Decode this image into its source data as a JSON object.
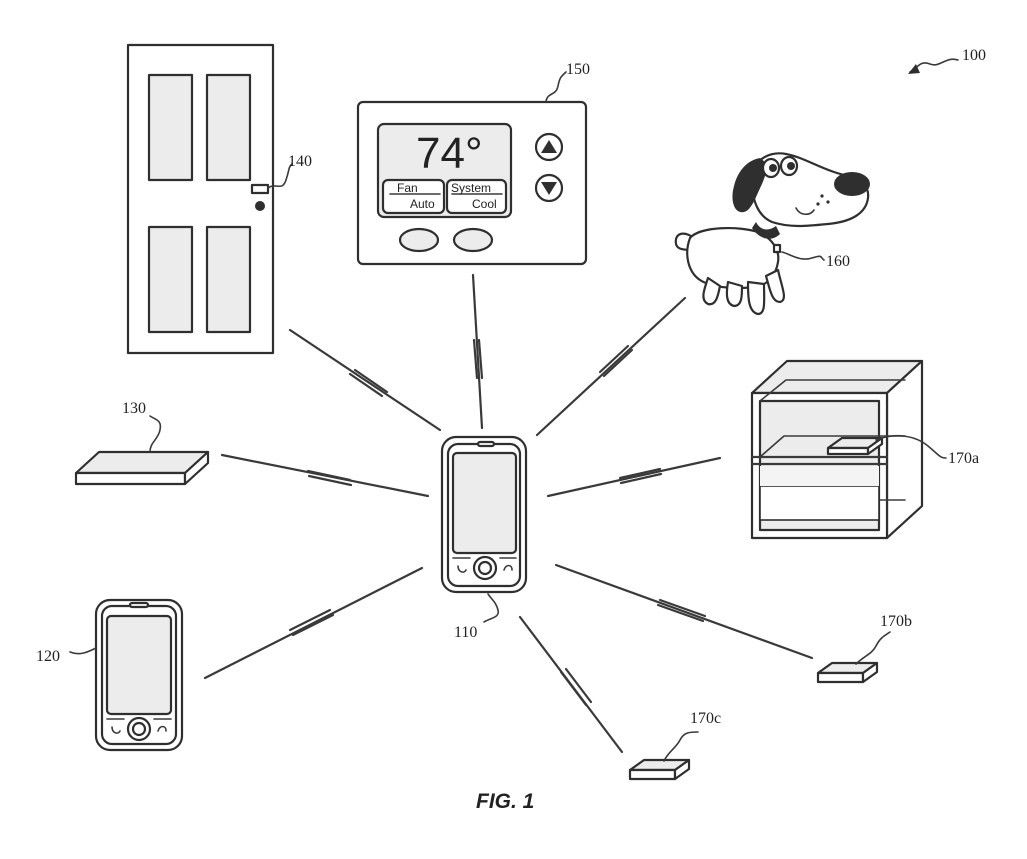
{
  "labels": {
    "system": "100",
    "central_device": "110",
    "second_device": "120",
    "tag_130": "130",
    "door": "140",
    "thermostat": "150",
    "dog": "160",
    "tag_a": "170a",
    "tag_b": "170b",
    "tag_c": "170c"
  },
  "thermostat": {
    "temperature": "74°",
    "fan_label": "Fan",
    "fan_value": "Auto",
    "system_label": "System",
    "system_value": "Cool"
  },
  "caption": "FIG. 1"
}
